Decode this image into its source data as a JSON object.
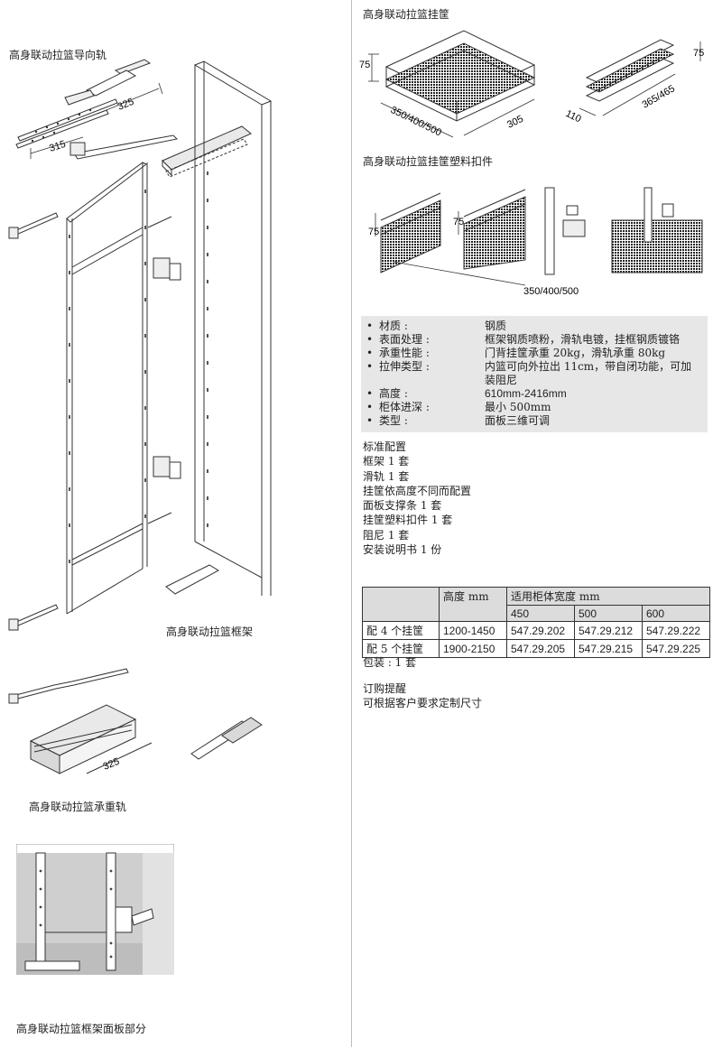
{
  "captions": {
    "guide_rail": "高身联动拉篮导向轨",
    "frame": "高身联动拉篮框架",
    "load_rail": "高身联动拉篮承重轨",
    "panel_part": "高身联动拉篮框架面板部分",
    "basket": "高身联动拉篮挂筐",
    "clip": "高身联动拉篮挂筐塑料扣件"
  },
  "dims": {
    "guide_325": "325",
    "guide_315": "315",
    "basket_h": "75",
    "basket_w": "350/400/500",
    "basket_d": "305",
    "basket2_h": "75",
    "basket2_d": "110",
    "basket2_w": "365/465",
    "clip_h1": "75",
    "clip_h2": "75",
    "clip_w": "350/400/500",
    "rail_325": "325"
  },
  "specs": [
    {
      "bullet": "•",
      "key": "材质 :",
      "value": "钢质"
    },
    {
      "bullet": "•",
      "key": "表面处理 :",
      "value": "框架钢质喷粉，滑轨电镀，挂框钢质镀铬"
    },
    {
      "bullet": "•",
      "key": "承重性能 :",
      "value": "门背挂筐承重 20kg，滑轨承重 80kg"
    },
    {
      "bullet": "•",
      "key": "拉伸类型 :",
      "value": "内篮可向外拉出 11cm，带自闭功能，可加装阻尼"
    },
    {
      "bullet": "•",
      "key": "高度 :",
      "value": "610mm-2416mm"
    },
    {
      "bullet": "•",
      "key": "柜体进深 :",
      "value": "最小 500mm"
    },
    {
      "bullet": "•",
      "key": "类型 :",
      "value": "面板三维可调"
    }
  ],
  "standard": {
    "title": "标准配置",
    "items": [
      "框架 1 套",
      "滑轨 1 套",
      "挂筐依高度不同而配置",
      "面板支撑条 1 套",
      "挂筐塑料扣件 1 套",
      "阻尼 1 套",
      "安装说明书 1 份"
    ]
  },
  "table": {
    "height_header": "高度 mm",
    "width_header": "适用柜体宽度 mm",
    "widths": [
      "450",
      "500",
      "600"
    ],
    "rows": [
      {
        "label": "配 4 个挂筐",
        "height": "1200-1450",
        "codes": [
          "547.29.202",
          "547.29.212",
          "547.29.222"
        ]
      },
      {
        "label": "配 5 个挂筐",
        "height": "1900-2150",
        "codes": [
          "547.29.205",
          "547.29.215",
          "547.29.225"
        ]
      }
    ]
  },
  "packaging": "包装 : 1 套",
  "order_note": {
    "title": "订购提醒",
    "text": "可根据客户要求定制尺寸"
  }
}
